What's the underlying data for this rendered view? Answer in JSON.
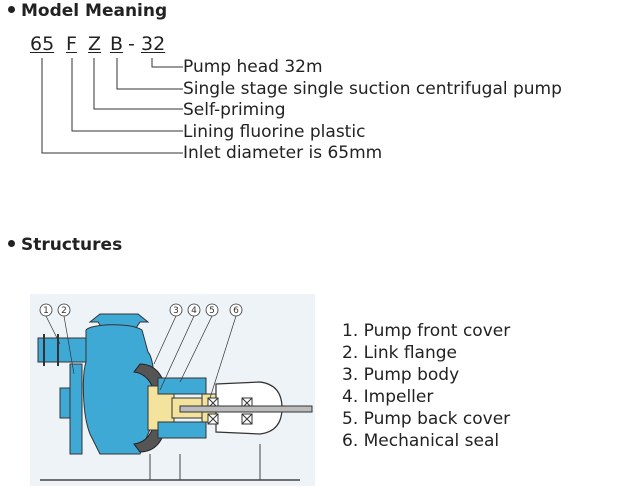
{
  "model_meaning": {
    "heading": "Model Meaning",
    "code_parts": [
      "65",
      "F",
      "Z",
      "B",
      "-",
      "32"
    ],
    "descriptions": [
      "Pump head 32m",
      "Single stage single suction centrifugal pump",
      "Self-priming",
      "Lining fluorine plastic",
      "Inlet diameter is 65mm"
    ]
  },
  "structures": {
    "heading": "Structures",
    "callouts": [
      "1",
      "2",
      "3",
      "4",
      "5",
      "6"
    ],
    "legend": [
      "1. Pump front cover",
      "2. Link flange",
      "3. Pump body",
      "4. Impeller",
      "5. Pump back cover",
      "6. Mechanical seal"
    ]
  },
  "colors": {
    "pump_body": "#3fa9d6",
    "impeller": "#f3e39c",
    "background_panel": "#eef3f8",
    "line": "#444444"
  }
}
